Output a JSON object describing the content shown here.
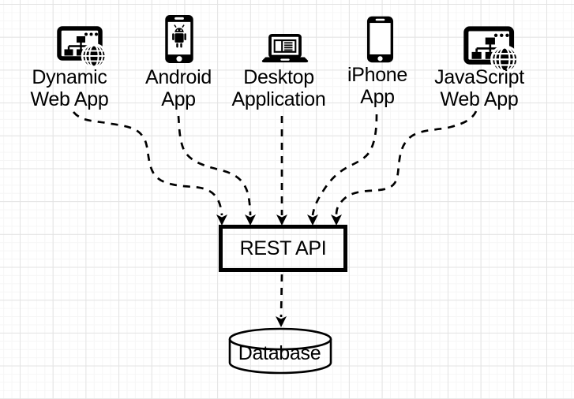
{
  "diagram": {
    "type": "architecture-diagram",
    "clients": [
      {
        "name": "Dynamic Web App",
        "line1": "Dynamic",
        "line2": "Web App",
        "icon": "browser-sitemap-globe-icon"
      },
      {
        "name": "Android App",
        "line1": "Android",
        "line2": "App",
        "icon": "android-phone-icon"
      },
      {
        "name": "Desktop Application",
        "line1": "Desktop",
        "line2": "Application",
        "icon": "laptop-icon"
      },
      {
        "name": "iPhone App",
        "line1": "iPhone",
        "line2": "App",
        "icon": "smartphone-icon"
      },
      {
        "name": "JavaScript Web App",
        "line1": "JavaScript",
        "line2": "Web App",
        "icon": "browser-sitemap-globe-icon"
      }
    ],
    "api": {
      "label": "REST API"
    },
    "database": {
      "label": "Database"
    },
    "connections": [
      {
        "from": "Dynamic Web App",
        "to": "REST API",
        "style": "dashed-arrow"
      },
      {
        "from": "Android App",
        "to": "REST API",
        "style": "dashed-arrow"
      },
      {
        "from": "Desktop Application",
        "to": "REST API",
        "style": "dashed-arrow"
      },
      {
        "from": "iPhone App",
        "to": "REST API",
        "style": "dashed-arrow"
      },
      {
        "from": "JavaScript Web App",
        "to": "REST API",
        "style": "dashed-arrow"
      },
      {
        "from": "REST API",
        "to": "Database",
        "style": "dashed-arrow"
      }
    ],
    "colors": {
      "shape_stroke": "#000000",
      "canvas_background": "#ffffff",
      "grid_major": "#e3e3e3",
      "grid_minor": "#f6f6f6"
    }
  }
}
